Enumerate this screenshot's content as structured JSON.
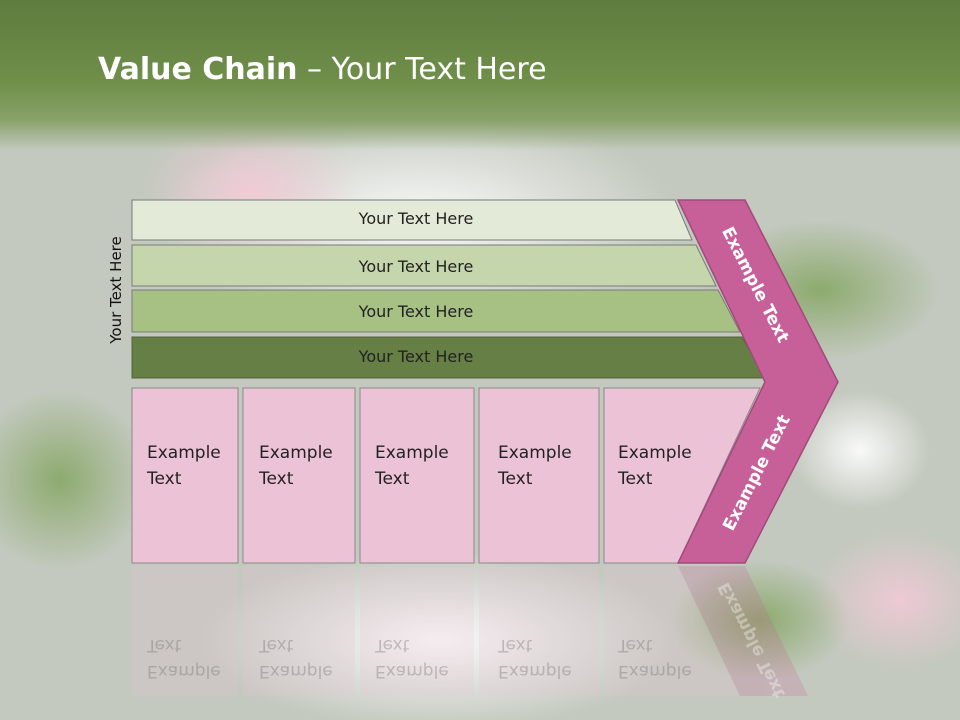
{
  "title": {
    "bold": "Value Chain",
    "rest": " – Your Text Here"
  },
  "side_label": "Your Text Here",
  "rows": [
    {
      "label": "Your Text Here",
      "color": "#e3ead8"
    },
    {
      "label": "Your Text Here",
      "color": "#c5d6ad"
    },
    {
      "label": "Your Text Here",
      "color": "#a7c184"
    },
    {
      "label": "Your Text Here",
      "color": "#667f45"
    }
  ],
  "boxes": [
    {
      "line1": "Example",
      "line2": "Text"
    },
    {
      "line1": "Example",
      "line2": "Text"
    },
    {
      "line1": "Example",
      "line2": "Text"
    },
    {
      "line1": "Example",
      "line2": "Text"
    },
    {
      "line1": "Example",
      "line2": "Text"
    }
  ],
  "chevron": {
    "top_label": "Example Text",
    "bottom_label": "Example Text",
    "color": "#c75f98"
  },
  "colors": {
    "title_bar": "#6f8f4a",
    "box_fill": "#ecc2d7"
  }
}
